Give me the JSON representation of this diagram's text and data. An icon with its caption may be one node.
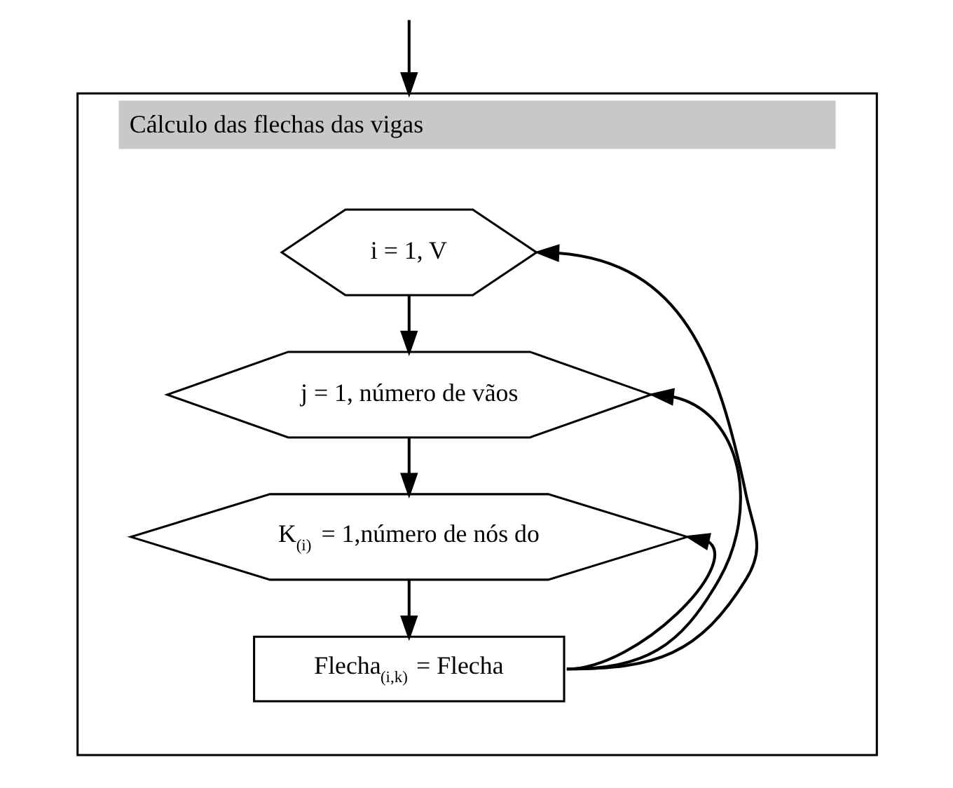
{
  "diagram": {
    "nodes": [
      {
        "text": [
          "Cálculo das flechas das vigas"
        ]
      },
      {
        "text": [
          "i = 1, V"
        ],
        "in": 0
      },
      {
        "text": [
          "j = 1, número de vãos"
        ],
        "in": 0
      },
      {
        "text": [
          "K$_{(i)}$ = 1,número de nós do"
        ],
        "in": 0
      },
      {
        "text": [
          "Flecha$_{(i,k)}$ = Flecha"
        ],
        "in": 0
      }
    ],
    "edges": [
      {
        "from": null,
        "to": 0,
        "arrow": "to"
      },
      {
        "from": 1,
        "to": 2,
        "arrow": "to"
      },
      {
        "from": 2,
        "to": 3,
        "arrow": "to"
      },
      {
        "from": 3,
        "to": 4,
        "arrow": "to"
      },
      {
        "from": 4,
        "to": 3,
        "arrow": "to"
      },
      {
        "from": 4,
        "to": 2,
        "arrow": "to"
      },
      {
        "from": 4,
        "to": 1,
        "arrow": "to"
      }
    ]
  }
}
